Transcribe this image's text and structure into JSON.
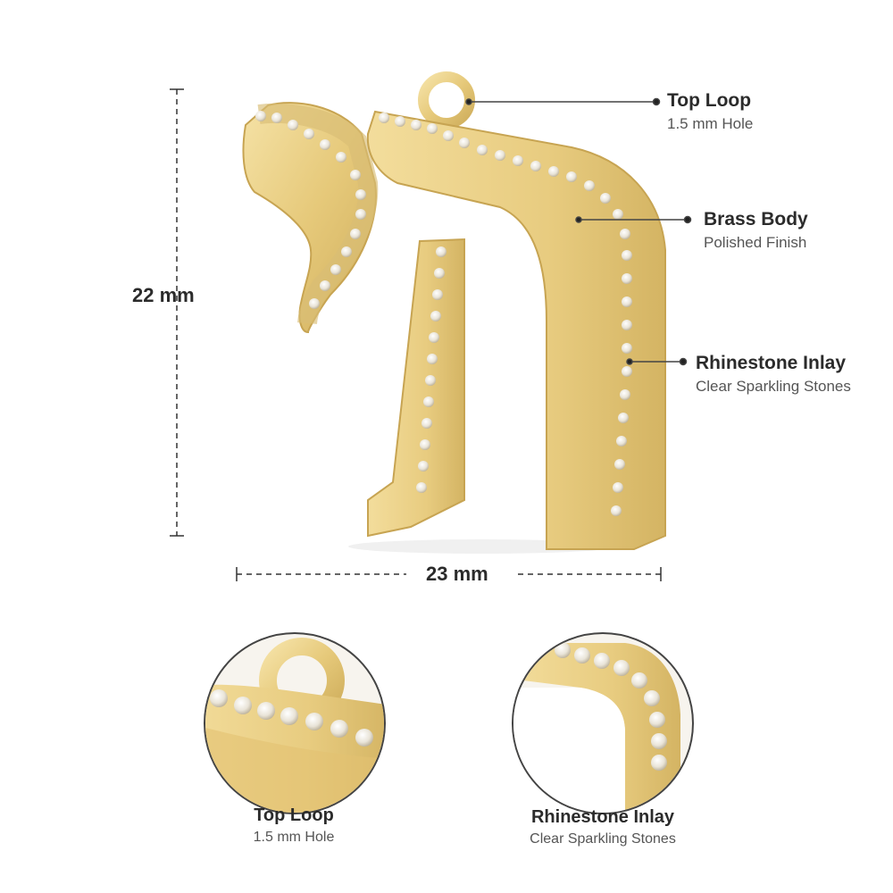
{
  "callouts": [
    {
      "title": "Top Loop",
      "subtitle": "1.5 mm Hole"
    },
    {
      "title": "Brass Body",
      "subtitle": "Polished Finish"
    },
    {
      "title": "Rhinestone Inlay",
      "subtitle": "Clear Sparkling Stones"
    }
  ],
  "dimensions": {
    "height": "22 mm",
    "width": "23 mm"
  },
  "details": [
    {
      "title": "Top Loop",
      "subtitle": "1.5 mm Hole"
    },
    {
      "title": "Rhinestone Inlay",
      "subtitle": "Clear Sparkling Stones"
    }
  ],
  "colors": {
    "gold": "#e9cf86",
    "gold_dark": "#c9a955",
    "stone": "#f3efe6"
  }
}
